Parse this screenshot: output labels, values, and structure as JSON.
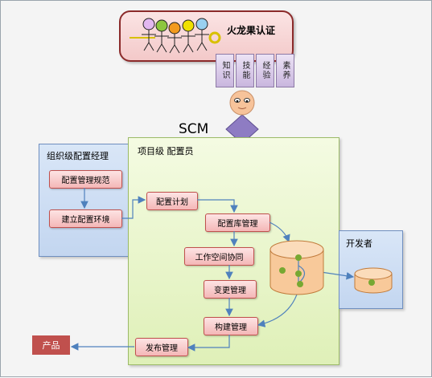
{
  "brand": {
    "title": "火龙果认证"
  },
  "attributes": [
    "知识",
    "技能",
    "经验",
    "素养"
  ],
  "scm_label": "SCM",
  "org_panel": {
    "title": "组织级配置经理",
    "boxes": [
      "配置管理规范",
      "建立配置环境"
    ]
  },
  "project_panel": {
    "title": "项目级  配置员",
    "boxes": [
      "配置计划",
      "配置库管理",
      "工作空间协同",
      "变更管理",
      "构建管理",
      "发布管理"
    ]
  },
  "developer_panel": {
    "title": "开发者"
  },
  "product_label": "产品",
  "colors": {
    "brand_border": "#8b2a2a",
    "box_border": "#c0504d",
    "product_fill": "#c0504d",
    "arrow": "#4f81bd",
    "avatar_body": "#8e7cc3",
    "repo_fill": "#f8c99a",
    "node_green": "#77a832"
  }
}
